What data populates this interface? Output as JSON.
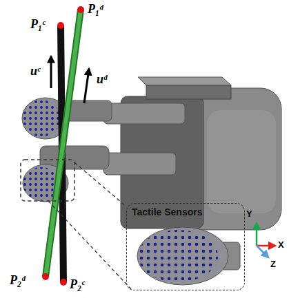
{
  "diagram": {
    "nodes": [
      {
        "text": [
          "Tactile Sensors"
        ]
      }
    ],
    "labels": [
      "P₁ᶜ",
      "P₁ᵈ",
      "uᶜ",
      "uᵈ",
      "P₂ᵈ",
      "P₂ᶜ",
      "Y",
      "X",
      "Z"
    ]
  }
}
